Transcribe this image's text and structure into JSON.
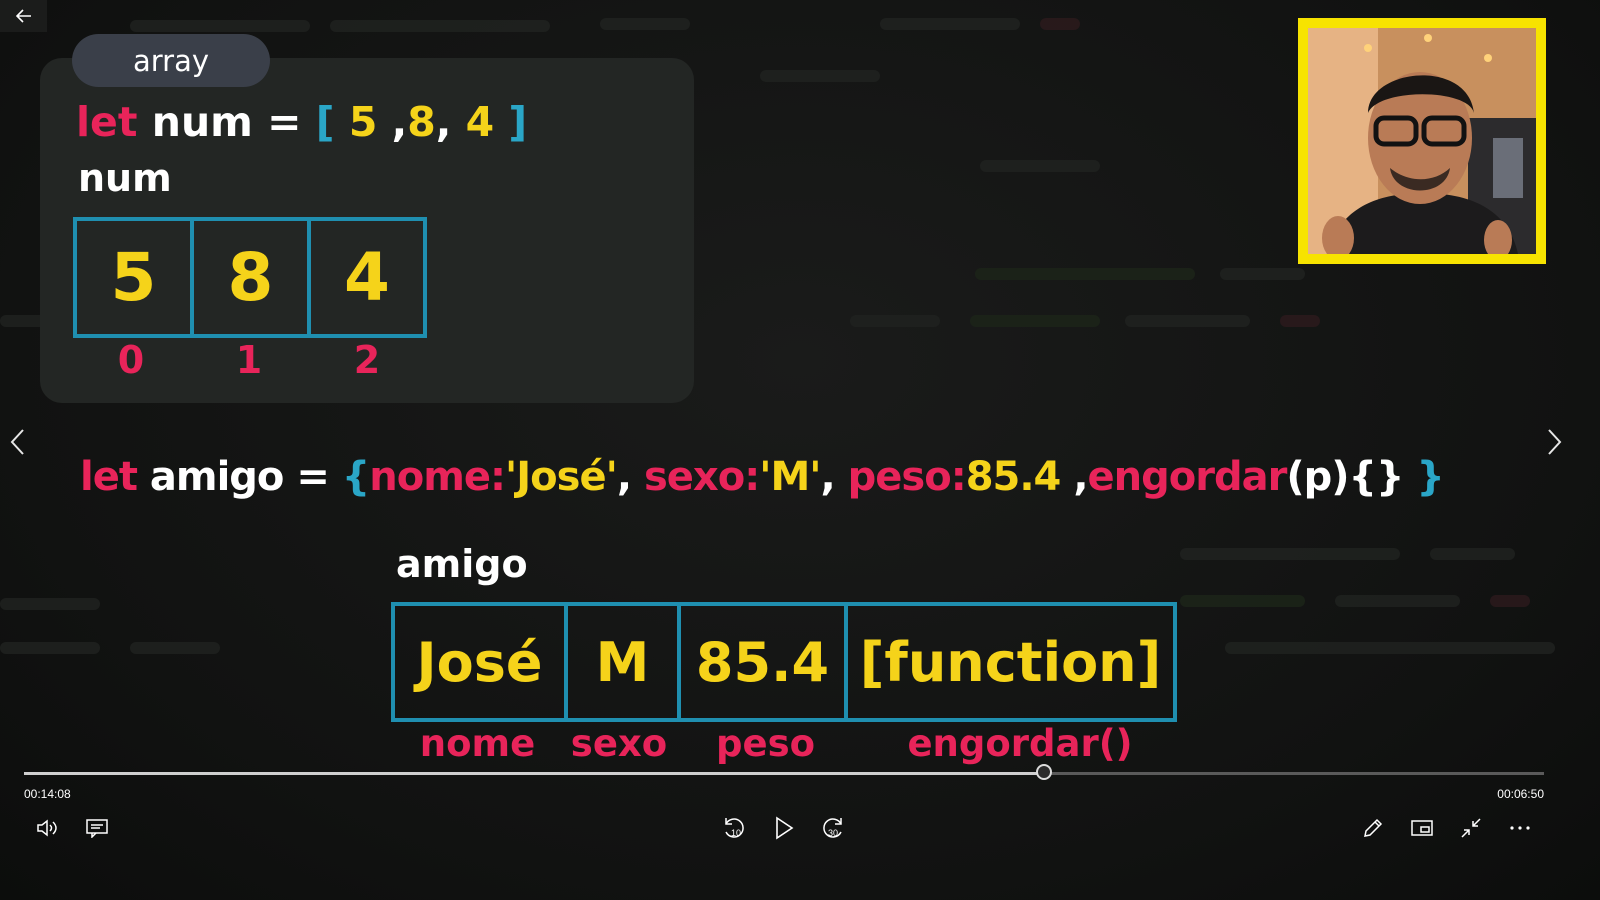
{
  "player": {
    "back_icon": "back-arrow-icon",
    "time_elapsed": "00:14:08",
    "time_remaining": "00:06:50",
    "progress_fraction": 0.671,
    "controls": {
      "volume": "volume-icon",
      "captions": "captions-icon",
      "rewind_label": "10",
      "rewind": "rewind-10-icon",
      "play": "play-icon",
      "forward_label": "30",
      "forward": "forward-30-icon",
      "edit": "pencil-icon",
      "miniview": "mini-view-icon",
      "exit_fullscreen": "exit-fullscreen-icon",
      "more": "more-icon"
    },
    "nav": {
      "prev": "chevron-left-icon",
      "next": "chevron-right-icon"
    }
  },
  "slide": {
    "array_section": {
      "pill_label": "array",
      "code": {
        "kw": "let",
        "name": "num",
        "eq": "=",
        "open": "[",
        "v0": "5",
        "c1": ",",
        "v1": "8",
        "c2": ",",
        "v2": "4",
        "close": "]"
      },
      "var_label": "num",
      "cells": [
        "5",
        "8",
        "4"
      ],
      "indices": [
        "0",
        "1",
        "2"
      ]
    },
    "object_section": {
      "code": {
        "kw": "let",
        "name": "amigo",
        "eq": "=",
        "open": "{",
        "k1": "nome:",
        "v1": "'José'",
        "sep1": ",",
        "k2": "sexo:",
        "v2": "'M'",
        "sep2": ",",
        "k3": "peso:",
        "v3": "85.4",
        "sep3": ",",
        "k4": "engordar",
        "v4": "(p){}",
        "close": "}"
      },
      "var_label": "amigo",
      "cells": [
        "José",
        "M",
        "85.4",
        "[function]"
      ],
      "keys": [
        "nome",
        "sexo",
        "peso",
        "engordar()"
      ]
    },
    "webcam": {
      "border_color": "#f7e300"
    }
  },
  "colors": {
    "keyword": "#e8245a",
    "value": "#f5d31a",
    "bracket": "#2aa6c7",
    "cell_border": "#1f8fb0"
  }
}
